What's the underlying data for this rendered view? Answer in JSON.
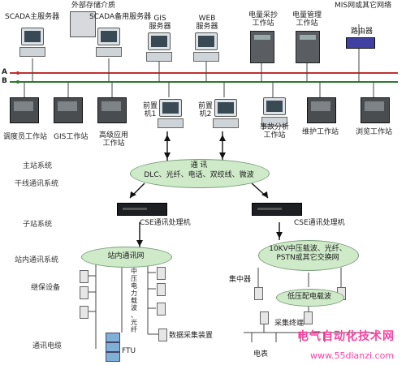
{
  "top": {
    "external_storage": "外部存储介质",
    "scada_primary": "SCADA主服务器",
    "scada_backup": "SCADA备用服务器",
    "gis_server": "GIS\n服务器",
    "web_server": "WEB\n服务器",
    "energy_ws": "电量采抄\n工作站",
    "power_mgmt_ws": "电量管理\n工作站",
    "mis_net": "MIS网或其它网络",
    "router": "路由器"
  },
  "bus": {
    "a": "A",
    "b": "B"
  },
  "stations": {
    "dispatcher": "调度员工作站",
    "gis": "GIS工作站",
    "advanced": "高级应用\n工作站",
    "frontend1": "前置\n机1",
    "frontend2": "前置\n机2",
    "incident": "事故分析\n工作站",
    "maintenance": "维护工作站",
    "browse": "浏览工作站"
  },
  "left_labels": {
    "master": "主站系统",
    "trunk": "干线通讯系统",
    "substation": "子站系统",
    "intra_net": "站内通讯系统",
    "relay": "继保设备",
    "comm_cable": "通讯电缆"
  },
  "center": {
    "comm_title": "通    讯",
    "comm_methods": "DLC、光纤、电话、双绞线、微波"
  },
  "cse": {
    "left": "CSE通讯处理机",
    "right": "CSE通讯处理机"
  },
  "left_branch": {
    "station_net": "站内通讯网",
    "mid_voltage": "中\n压\n电\n力\n载\n波\n、\n光\n纤",
    "data_acq": "数据采集装置",
    "ptu": "FTU"
  },
  "right_branch": {
    "mv_carrier": "10KV中压载波、光纤、\nPSTN或其它交换网",
    "concentrator": "集中器",
    "lv_carrier": "低压配电载波",
    "collector": "采集终端",
    "meter": "电表"
  },
  "watermark": {
    "name": "电气自动化技术网",
    "url": "www.55dianzi.com"
  }
}
